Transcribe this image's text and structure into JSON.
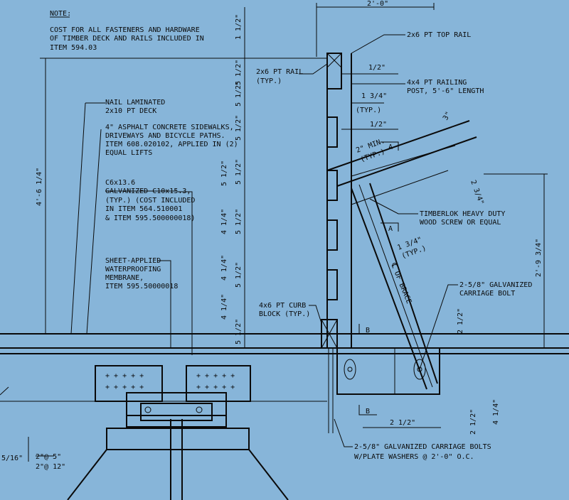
{
  "note": {
    "title": "NOTE:",
    "line1": "COST FOR ALL FASTENERS AND HARDWARE",
    "line2": "OF TIMBER DECK AND RAILS INCLUDED IN",
    "line3": "ITEM 594.03"
  },
  "labels": {
    "deck1": "NAIL LAMINATED",
    "deck2": "2x10 PT DECK",
    "asphalt1": "4\" ASPHALT CONCRETE SIDEWALKS,",
    "asphalt2": "DRIVEWAYS AND BICYCLE PATHS.",
    "asphalt3": "ITEM 608.020102, APPLIED IN (2)",
    "asphalt4": "EQUAL LIFTS",
    "channel1": "C6x13.6",
    "channel2": "GALVANIZED C10x15.3,",
    "channel3": "(TYP.) (COST INCLUDED",
    "channel4": "IN ITEM 564.510001",
    "channel5": "& ITEM 595.500000018)",
    "membrane1": "SHEET-APPLIED",
    "membrane2": "WATERPROOFING",
    "membrane3": "MEMBRANE,",
    "membrane4": "ITEM 595.50000018",
    "toprail": "2x6 PT TOP RAIL",
    "rail1": "2x6 PT RAIL",
    "rail2": "(TYP.)",
    "post1": "4x4 PT RAILING",
    "post2": "POST, 5'-6\" LENGTH",
    "min1": "2\" MIN.",
    "min2": "(TYP.)",
    "timberlok1": "TIMBERLOK HEAVY DUTY",
    "timberlok2": "WOOD SCREW OR EQUAL",
    "brace": "℄ OF BRACE",
    "carriage1": "2-5/8\" GALVANIZED",
    "carriage2": "CARRIAGE BOLT",
    "curb1": "4x6 PT CURB",
    "curb2": "BLOCK (TYP.)",
    "bolts1": "2-5/8\" GALVANIZED CARRIAGE BOLTS",
    "bolts2": "W/PLATE WASHERS @ 2'-0\" O.C.",
    "sectionA": "A",
    "sectionB": "B"
  },
  "dimensions": {
    "top": "2'-0\"",
    "d1": "1 1/2\"",
    "d2": "5 1/2\"",
    "d3": "1/2\"",
    "d4": "1 3/4\"",
    "typ": "(TYP.)",
    "d5": "1/2\"",
    "d6": "3\"",
    "d7": "2 3/4\"",
    "d8": "5 1/2\"",
    "d9": "4 1/4\"",
    "d10": "1 3/4\"",
    "d11": "2'-9 3/4\"",
    "d12": "4'-6 1/4\"",
    "d13": "2 1/2\"",
    "d14": "4 1/4\"",
    "d15": "2 1/2\"",
    "d16": "5/16\"",
    "d17": "2\"@ 5\"",
    "d18": "2\"@ 12\""
  }
}
